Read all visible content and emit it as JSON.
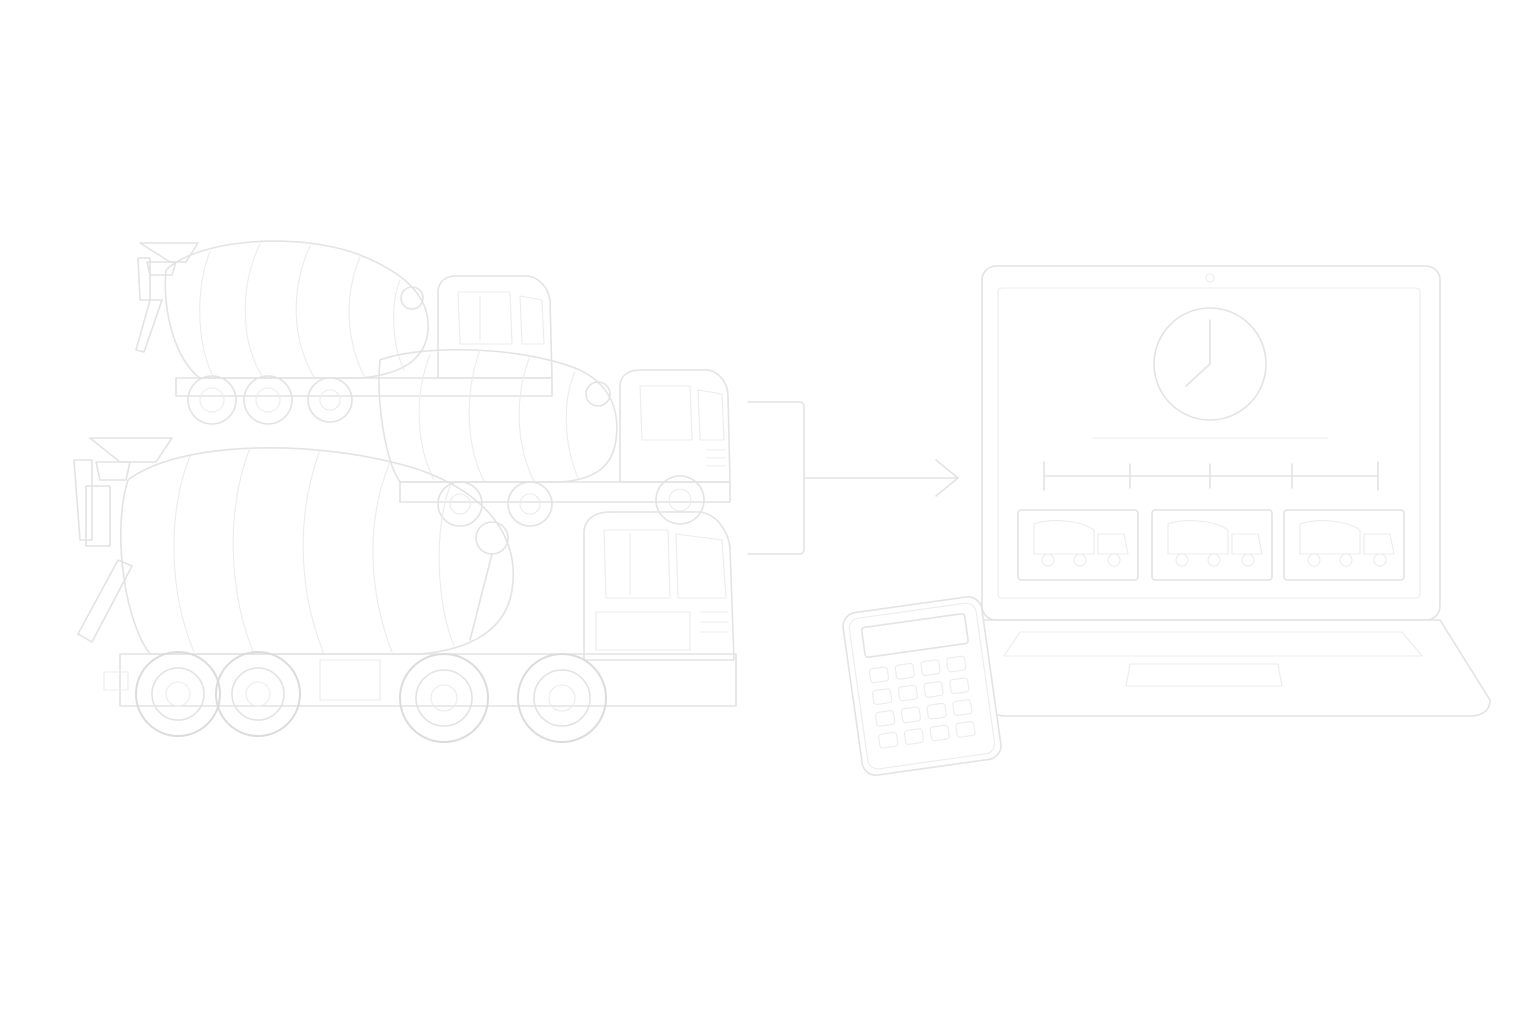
{
  "illustration": {
    "style": "faint line-art sketch",
    "stroke_color": "#e3e3e3",
    "background": "#ffffff",
    "left_group": {
      "icon": "concrete-mixer-trucks-icon",
      "truck_count": 3
    },
    "connector": {
      "icon": "arrow-right-icon"
    },
    "right_group": {
      "laptop_icon": "laptop-icon",
      "screen": {
        "clock_icon": "clock-icon",
        "timeline_icon": "timeline-icon",
        "card_icon": "truck-card-icon",
        "card_count": 3
      },
      "calculator_icon": "calculator-icon"
    }
  }
}
